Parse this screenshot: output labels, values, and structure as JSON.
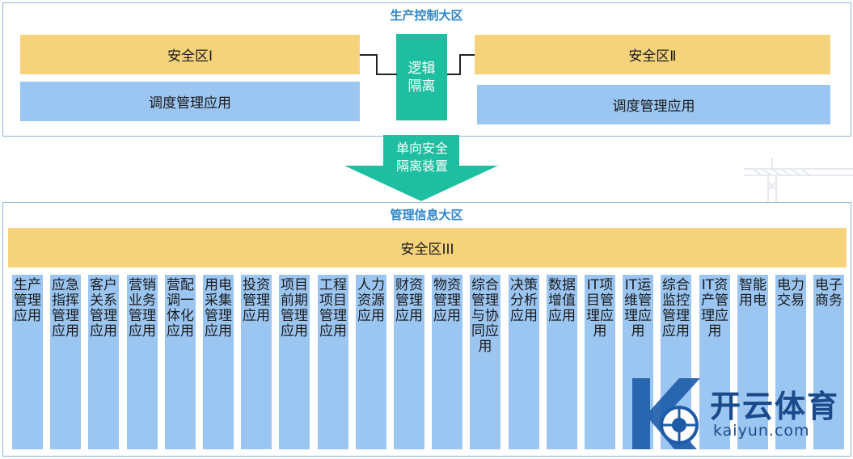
{
  "top_region": {
    "title": "生产控制大区",
    "zone_left": "安全区Ⅰ",
    "zone_right": "安全区Ⅱ",
    "app_left": "调度管理应用",
    "app_right": "调度管理应用",
    "logic_isolation": [
      "逻辑",
      "隔离"
    ]
  },
  "arrow": {
    "label": [
      "单向安全",
      "隔离装置"
    ],
    "color": "#1ebea0"
  },
  "bottom_region": {
    "title": "管理信息大区",
    "zone": "安全区III",
    "apps": [
      "生产管理应用",
      "应急指挥管理应用",
      "客户关系管理应用",
      "营销业务管理应用",
      "营配调一体化应用",
      "用电采集管理应用",
      "投资管理应用",
      "项目前期管理应用",
      "工程项目管理应用",
      "人力资源应用",
      "财资管理应用",
      "物资管理应用",
      "综合管理与协同应用",
      "决策分析应用",
      "数据增值应用",
      "IT项目管理应用",
      "IT运维管理应用",
      "综合监控管理应用",
      "IT资产管理应用",
      "智能用电",
      "电力交易",
      "电子商务"
    ]
  },
  "watermark": {
    "brand": "开云体育",
    "site": "kaiyun.com"
  },
  "colors": {
    "title_blue": "#2e86c8",
    "zone_yellow": "#f4d37c",
    "app_blue": "#9cc6f2",
    "isolation_green": "#1ebea0"
  }
}
